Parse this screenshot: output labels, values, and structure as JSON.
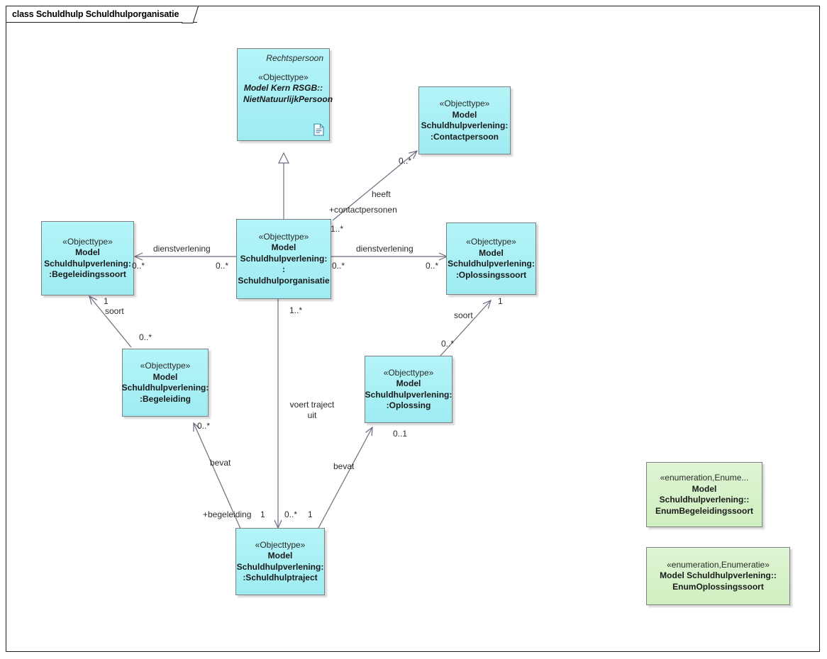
{
  "diagram": {
    "frame_title": "class Schuldhulp Schuldhulporganisatie",
    "colors": {
      "objecttype_fill": "#a9f0f5",
      "enumeration_fill": "#d5f0c8",
      "node_border": "#7f7f7f",
      "connector": "#6b6b82",
      "frame_border": "#1a1a1a"
    }
  },
  "nodes": {
    "rechtspersoon": {
      "alias": "Rechtspersoon",
      "stereotype": "«Objecttype»",
      "name_lines": [
        "Model Kern RSGB::",
        "NietNatuurlijkPersoon"
      ],
      "icon": "document-icon"
    },
    "contactpersoon": {
      "stereotype": "«Objecttype»",
      "name_lines": [
        "Model",
        "Schuldhulpverlening:",
        ":Contactpersoon"
      ]
    },
    "schuldhulporganisatie": {
      "stereotype": "«Objecttype»",
      "name_lines": [
        "Model",
        "Schuldhulpverlening:",
        ":",
        "Schuldhulporganisatie"
      ]
    },
    "begeleidingssoort": {
      "stereotype": "«Objecttype»",
      "name_lines": [
        "Model",
        "Schuldhulpverlening:",
        ":Begeleidingssoort"
      ]
    },
    "oplossingssoort": {
      "stereotype": "«Objecttype»",
      "name_lines": [
        "Model",
        "Schuldhulpverlening:",
        ":Oplossingssoort"
      ]
    },
    "begeleiding": {
      "stereotype": "«Objecttype»",
      "name_lines": [
        "Model",
        "Schuldhulpverlening:",
        ":Begeleiding"
      ]
    },
    "oplossing": {
      "stereotype": "«Objecttype»",
      "name_lines": [
        "Model",
        "Schuldhulpverlening:",
        ":Oplossing"
      ]
    },
    "schuldhulptraject": {
      "stereotype": "«Objecttype»",
      "name_lines": [
        "Model",
        "Schuldhulpverlening:",
        ":Schuldhulptraject"
      ]
    },
    "enum_begeleidingssoort": {
      "stereotype": "«enumeration,Enume...",
      "name_lines": [
        "Model",
        "Schuldhulpverlening::",
        "EnumBegeleidingssoort"
      ]
    },
    "enum_oplossingssoort": {
      "stereotype": "«enumeration,Enumeratie»",
      "name_lines": [
        "Model Schuldhulpverlening::",
        "EnumOplossingssoort"
      ]
    }
  },
  "connectors": {
    "generalisatie_rechtspersoon": {
      "type": "generalization"
    },
    "heeft": {
      "name": "heeft",
      "role": "+contactpersonen",
      "source_mult": "1..*",
      "target_mult": "0..*"
    },
    "dienstverlening_links": {
      "name": "dienstverlening",
      "source_mult": "0..*",
      "target_mult": "0..*"
    },
    "dienstverlening_rechts": {
      "name": "dienstverlening",
      "source_mult": "0..*",
      "target_mult": "0..*"
    },
    "soort_begeleiding": {
      "name": "soort",
      "source_mult": "0..*",
      "target_mult": "1"
    },
    "soort_oplossing": {
      "name": "soort",
      "source_mult": "0..*",
      "target_mult": "1"
    },
    "voert_traject_uit": {
      "name_line1": "voert traject",
      "name_line2": "uit",
      "source_mult": "1..*",
      "target_mult": "0..*"
    },
    "bevat_begeleiding": {
      "name": "bevat",
      "role": "+begeleiding",
      "source_mult": "1",
      "target_mult": "0..*"
    },
    "bevat_oplossing": {
      "name": "bevat",
      "source_mult": "1",
      "target_mult": "0..1"
    }
  }
}
